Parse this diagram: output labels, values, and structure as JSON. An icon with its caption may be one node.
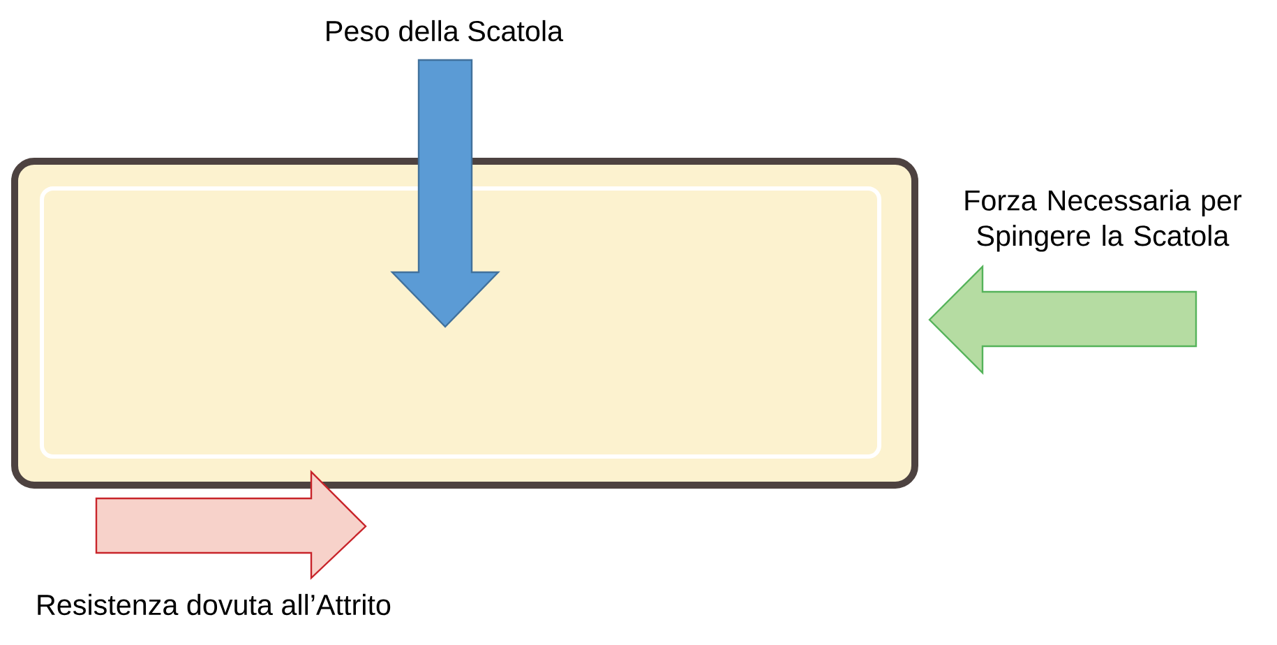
{
  "diagram": {
    "nodes": [
      {
        "text": [],
        "shape": "box"
      }
    ],
    "labels": [
      "Peso della Scatola",
      "Forza Necessaria per Spingere la Scatola",
      "Resistenza dovuta all’Attrito"
    ]
  }
}
